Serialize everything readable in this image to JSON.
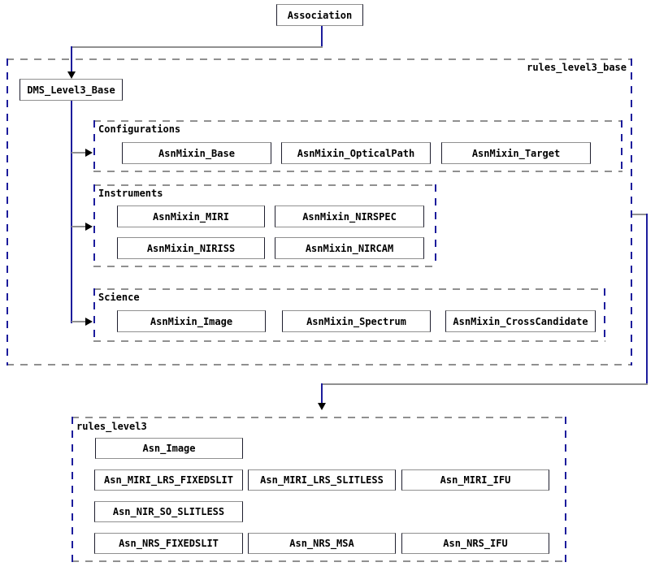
{
  "nodes": {
    "association": "Association",
    "dms_level3_base": "DMS_Level3_Base"
  },
  "clusters": {
    "rules_level3_base": {
      "label": "rules_level3_base"
    },
    "configurations": {
      "label": "Configurations",
      "nodes": [
        "AsnMixin_Base",
        "AsnMixin_OpticalPath",
        "AsnMixin_Target"
      ]
    },
    "instruments": {
      "label": "Instruments",
      "nodes": [
        "AsnMixin_MIRI",
        "AsnMixin_NIRSPEC",
        "AsnMixin_NIRISS",
        "AsnMixin_NIRCAM"
      ]
    },
    "science": {
      "label": "Science",
      "nodes": [
        "AsnMixin_Image",
        "AsnMixin_Spectrum",
        "AsnMixin_CrossCandidate"
      ]
    },
    "rules_level3": {
      "label": "rules_level3",
      "nodes": [
        "Asn_Image",
        "Asn_MIRI_LRS_FIXEDSLIT",
        "Asn_MIRI_LRS_SLITLESS",
        "Asn_MIRI_IFU",
        "Asn_NIR_SO_SLITLESS",
        "Asn_NRS_FIXEDSLIT",
        "Asn_NRS_MSA",
        "Asn_NRS_IFU"
      ]
    }
  },
  "colors": {
    "gray": "#909090",
    "navy": "#1c1c9c",
    "black": "#000000"
  }
}
